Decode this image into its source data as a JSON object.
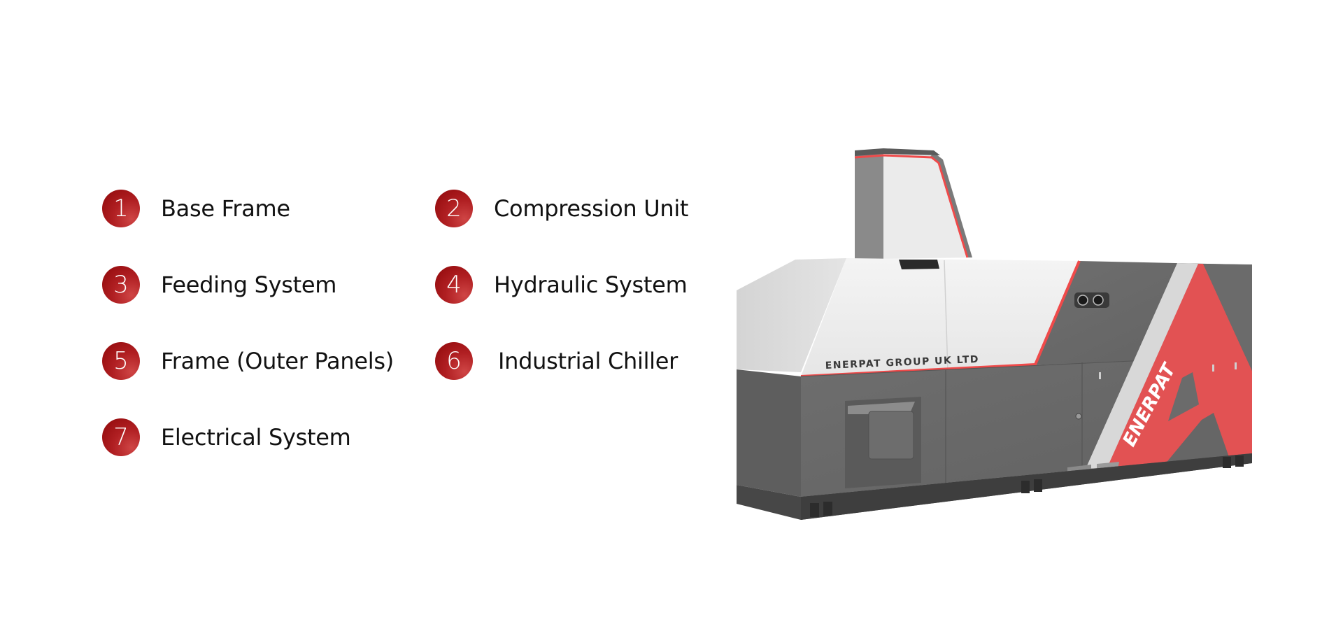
{
  "legend": {
    "badge_color_dark": "#8e0709",
    "badge_color_light": "#cf4545",
    "items": [
      {
        "number": "1",
        "label": "Base Frame"
      },
      {
        "number": "2",
        "label": "Compression Unit"
      },
      {
        "number": "3",
        "label": "Feeding System"
      },
      {
        "number": "4",
        "label": "Hydraulic System"
      },
      {
        "number": "5",
        "label": "Frame (Outer Panels)"
      },
      {
        "number": "6",
        "label": "Industrial Chiller"
      },
      {
        "number": "7",
        "label": "Electrical System"
      }
    ]
  },
  "machine": {
    "panel_text": "ENERPAT GROUP UK LTD",
    "logo_text": "ENERPAT",
    "colors": {
      "red": "#e25253",
      "dark_gray": "#6b6b6b",
      "light_panel": "#ececec",
      "stripe": "#d8d8d8",
      "base": "#4a4a4a"
    }
  }
}
